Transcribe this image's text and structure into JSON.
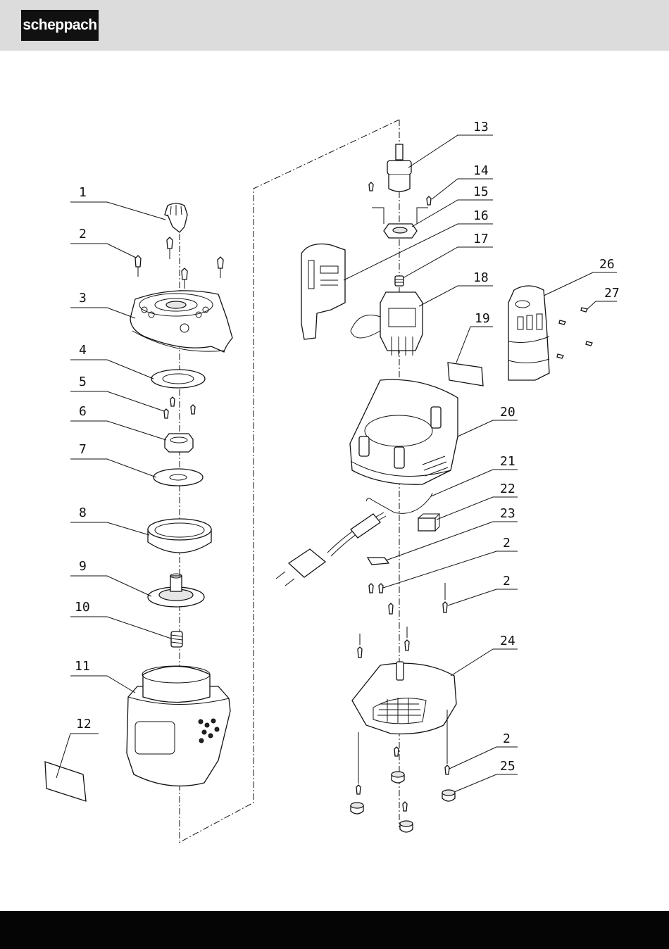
{
  "brand": {
    "logo_text": "scheppach"
  },
  "callouts": {
    "c1": "1",
    "c2a": "2",
    "c3": "3",
    "c4": "4",
    "c5": "5",
    "c6": "6",
    "c7": "7",
    "c8": "8",
    "c9": "9",
    "c10": "10",
    "c11": "11",
    "c12": "12",
    "c13": "13",
    "c14": "14",
    "c15": "15",
    "c16": "16",
    "c17": "17",
    "c18": "18",
    "c19": "19",
    "c20": "20",
    "c21": "21",
    "c22": "22",
    "c23": "23",
    "c2b": "2",
    "c2c": "2",
    "c24": "24",
    "c2d": "2",
    "c25": "25",
    "c26": "26",
    "c27": "27"
  },
  "colors": {
    "header_bg": "#dcdcdc",
    "footer_bg": "#050505",
    "logo_bg": "#111111",
    "logo_text": "#ffffff"
  }
}
